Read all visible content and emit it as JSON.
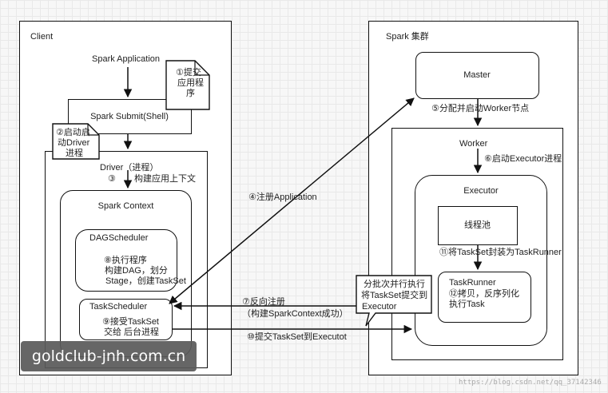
{
  "client": {
    "title": "Client",
    "app": "Spark Application",
    "submit": "Spark Submit(Shell)",
    "driver": "Driver（进程）"
  },
  "notes": {
    "n1": [
      "①提交",
      "应用程",
      "序"
    ],
    "n2": [
      "②启动启",
      "动Driver",
      "进程"
    ],
    "n3": "③",
    "n3text": "构建应用上下文",
    "batch": [
      "分批次并行执行",
      "将TaskSet提交到",
      "Executor"
    ]
  },
  "context": {
    "title": "Spark Context"
  },
  "dag": {
    "title": "DAGScheduler",
    "lines": [
      "⑧执行程序",
      "构建DAG，划分",
      "Stage，创建TaskSet"
    ]
  },
  "task": {
    "title": "TaskScheduler",
    "lines": [
      "⑨接受TaskSet",
      "交给 后台进程"
    ]
  },
  "cluster": {
    "title": "Spark 集群",
    "master": "Master",
    "step5": "⑤分配并启动Worker节点",
    "worker": "Worker",
    "step6": "⑥启动Executor进程",
    "executor": "Executor",
    "pool": "线程池",
    "step11": "⑪将TaskSet封装为TaskRunner"
  },
  "runner": {
    "title": "TaskRunner",
    "lines": [
      "⑫拷贝，反序列化",
      "执行Task"
    ]
  },
  "arrows": {
    "a4": "④注册Application",
    "a7": "⑦反向注册",
    "a7b": "（构建SparkContext成功）",
    "a10": "⑩提交TaskSet到Executot"
  },
  "watermark": "goldclub-jnh.com.cn",
  "csdn": "https://blog.csdn.net/qq_37142346"
}
